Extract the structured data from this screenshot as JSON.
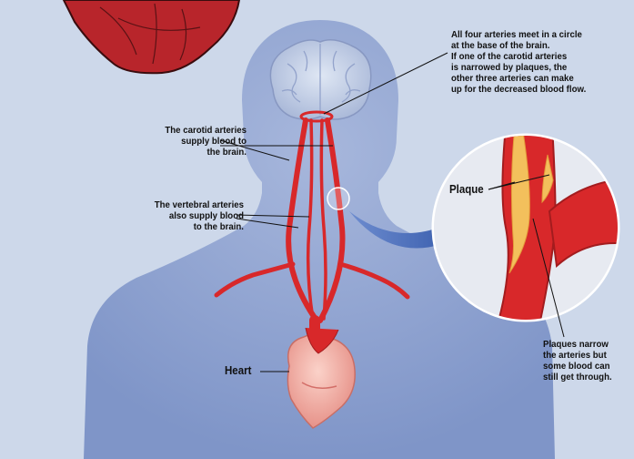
{
  "labels": {
    "circle_note": [
      "All four arteries meet in a circle",
      "at the base of the brain.",
      "If one of the carotid arteries",
      "is narrowed by plaques, the",
      "other three arteries can make",
      "up for the decreased blood flow."
    ],
    "carotid_note": [
      "The carotid arteries",
      "supply blood to",
      "the brain."
    ],
    "vertebral_note": [
      "The vertebral arteries",
      "also supply blood",
      "to the brain."
    ],
    "plaque": "Plaque",
    "narrow_note": [
      "Plaques narrow",
      "the arteries but",
      "some blood can",
      "still get through."
    ],
    "heart": "Heart"
  },
  "colors": {
    "background": "#cdd8ea",
    "body_silhouette": "#8a9fcf",
    "brain": "#c2cfe6",
    "artery": "#d8282a",
    "heart": "#f1a9a0",
    "plaque": "#f3c05c",
    "arrow": "#3e62ae",
    "corner_heart": "#b8252b"
  },
  "icons": [
    "heart-illustration-icon",
    "brain-icon",
    "magnifier-circle-icon",
    "curved-arrow-icon"
  ]
}
